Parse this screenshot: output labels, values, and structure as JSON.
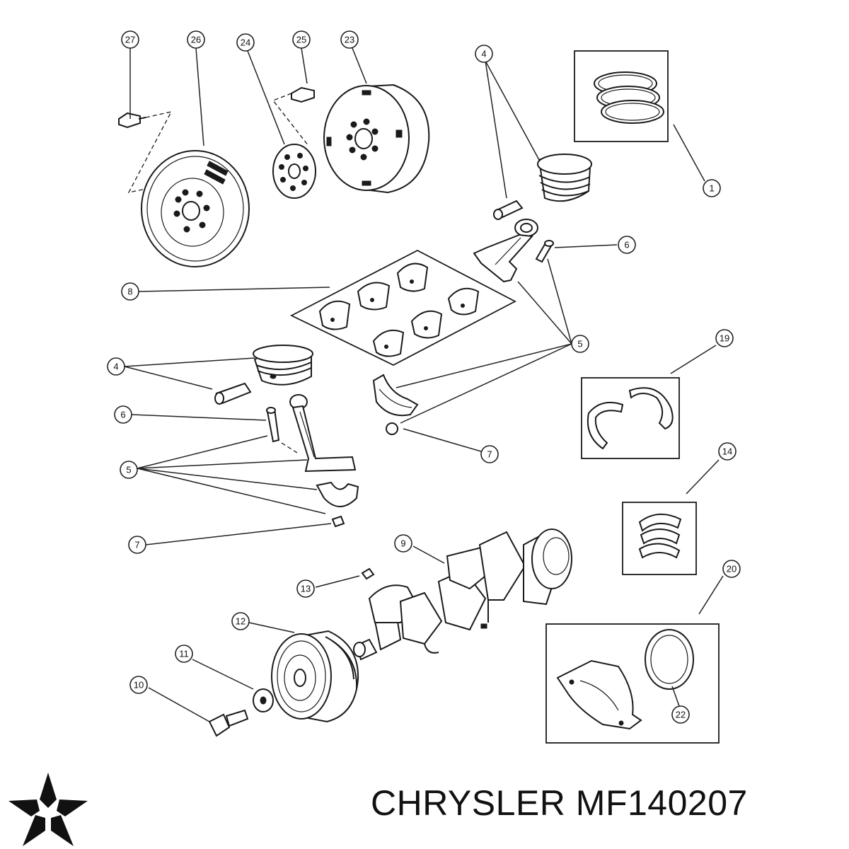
{
  "brand": {
    "name": "CHRYSLER",
    "part_number": "MF140207",
    "logo_icon": "chrysler-pentastar-icon"
  },
  "callouts": {
    "c27": "27",
    "c26": "26",
    "c24": "24",
    "c25": "25",
    "c23": "23",
    "c4a": "4",
    "c1": "1",
    "c6a": "6",
    "c8": "8",
    "c5a": "5",
    "c19": "19",
    "c4b": "4",
    "c6b": "6",
    "c7a": "7",
    "c5b": "5",
    "c14": "14",
    "c7b": "7",
    "c9": "9",
    "c20": "20",
    "c13": "13",
    "c12": "12",
    "c11": "11",
    "c10": "10",
    "c22": "22"
  }
}
